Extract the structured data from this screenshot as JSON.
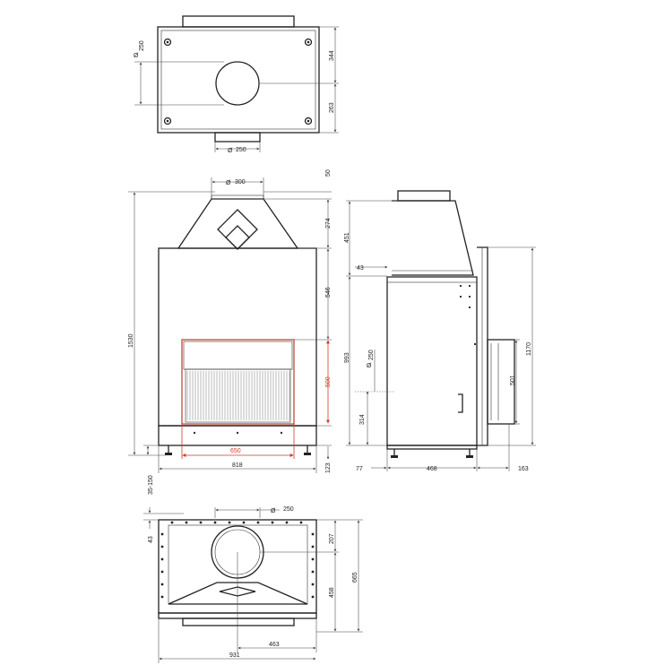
{
  "colors": {
    "line": "#222222",
    "highlight": "#d23a2a",
    "background": "#ffffff"
  },
  "symbols": {
    "diameter": "Ø"
  },
  "top_view": {
    "flue_dia": "250",
    "outlet_dia": "250",
    "height_upper": "344",
    "height_lower": "263"
  },
  "front_view": {
    "flue_dia": "300",
    "top_offset": "50",
    "hood_height": "274",
    "upper_body": "546",
    "opening_height": "500",
    "base_height": "123",
    "total_height": "1530",
    "opening_width": "650",
    "body_width": "818",
    "feet_height": "35-150"
  },
  "side_view": {
    "hood_height": "451",
    "collar": "43",
    "flue_dia": "250",
    "height": "993",
    "bottom_height": "314",
    "opening_height": "501",
    "total_height": "1170",
    "front_depth": "77",
    "depth": "468",
    "rear_depth": "163"
  },
  "plan_view": {
    "flue_dia": "250",
    "collar": "43",
    "depth_front": "207",
    "depth_rear": "458",
    "total_depth": "665",
    "center_offset": "463",
    "total_width": "931"
  }
}
